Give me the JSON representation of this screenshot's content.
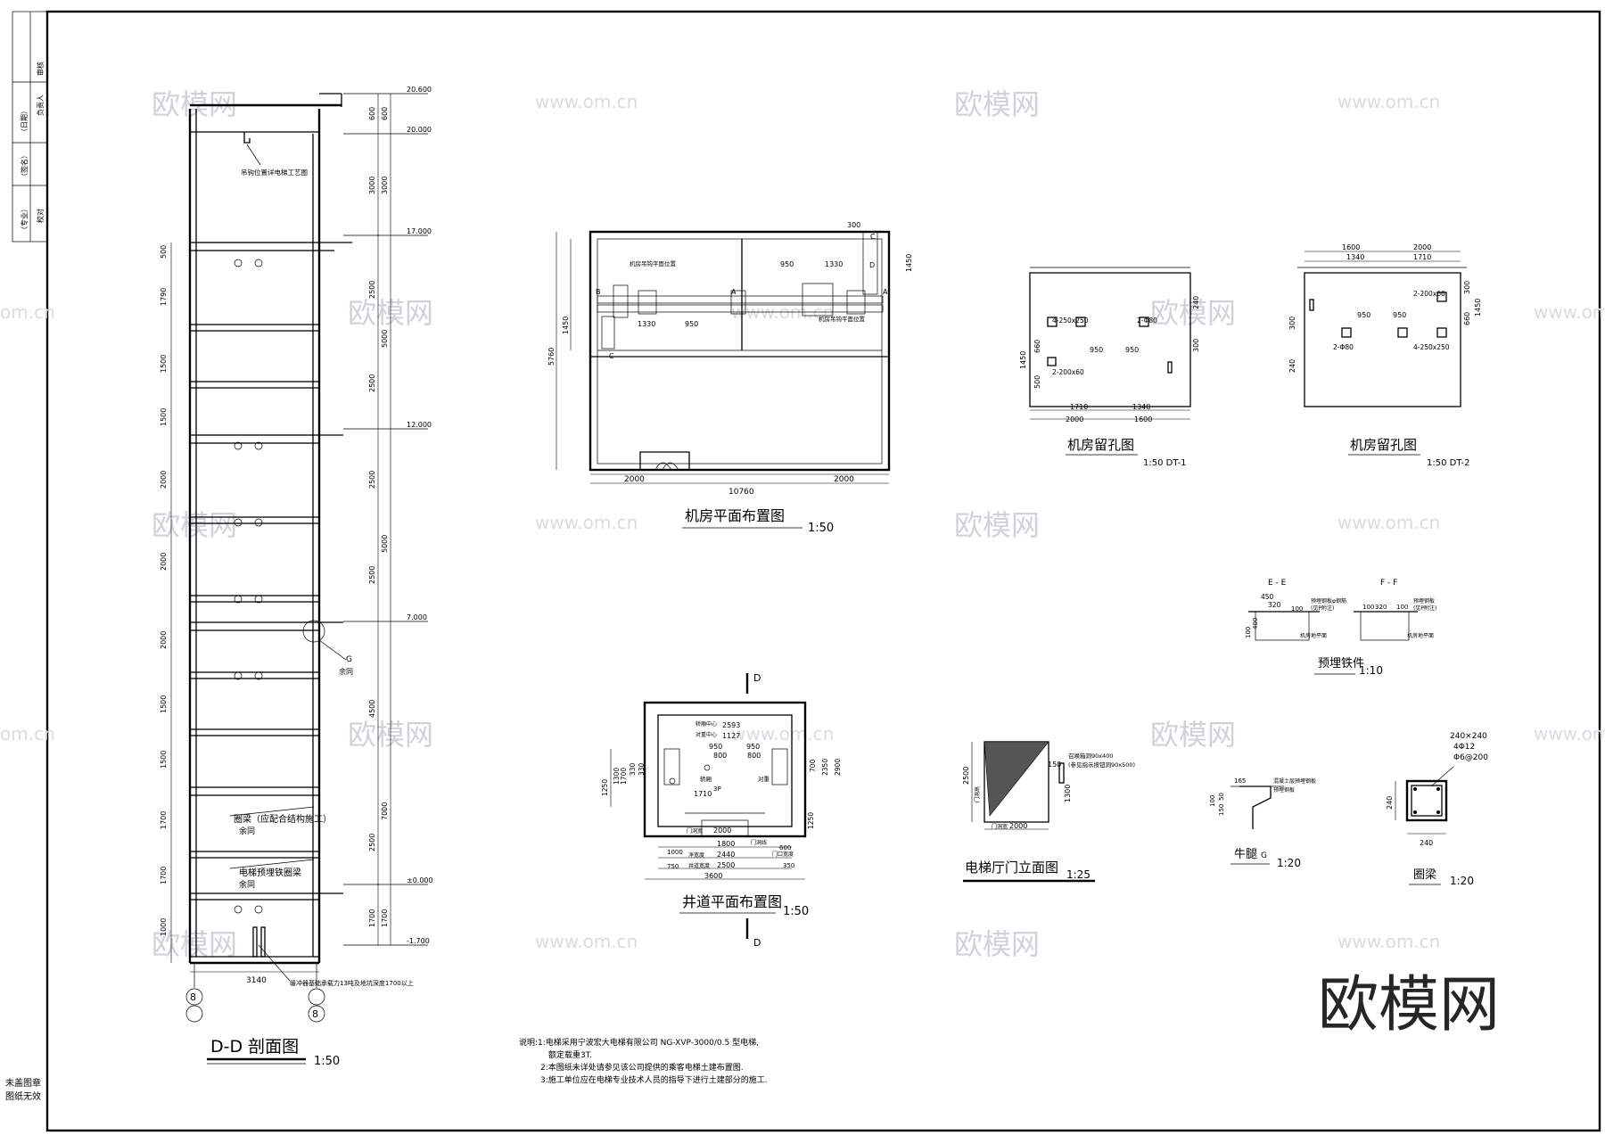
{
  "watermark": {
    "cn": "欧模网",
    "url": "www.om.cn",
    "url_short": "om.cn",
    "brand_large": "欧模网"
  },
  "title_block": {
    "lines": [
      "（专业）",
      "（签名）",
      "（日期）",
      "负责人",
      "审核",
      "校对"
    ],
    "note1": "未盖图章",
    "note2": "图纸无效"
  },
  "section_dd": {
    "title": "D-D 剖面图",
    "scale": "1:50",
    "elevations": [
      "20.600",
      "20.000",
      "17.000",
      "12.000",
      "7.000",
      "±0.000",
      "-1.700"
    ],
    "dims_inner": [
      "600",
      "3000",
      "2500",
      "2500",
      "2500",
      "2500",
      "4500",
      "2500",
      "1700"
    ],
    "dims_outer": [
      "600",
      "3000",
      "5000",
      "5000",
      "7000",
      "1700"
    ],
    "dims_left": [
      "500",
      "1790",
      "1500",
      "1500",
      "2000",
      "2000",
      "2000",
      "1500",
      "1500",
      "1700",
      "1700",
      "1000"
    ],
    "width": "3140",
    "axes": [
      "8",
      "8"
    ],
    "notes": {
      "hook": "吊钩位置详电梯工艺图",
      "ring_beam": "圈梁（应配合结构施工）",
      "same": "余同",
      "embed": "电梯预埋铁圈梁",
      "same2": "余同",
      "detail": "G",
      "detail_same": "余同",
      "pit": "缓冲器基础承载力13吨及地坑深度1700以上"
    }
  },
  "machine_room": {
    "title": "机房平面布置图",
    "scale": "1:50",
    "dims": [
      "10760",
      "2000",
      "2000",
      "5760",
      "1450",
      "1330",
      "950",
      "950",
      "1330",
      "1450",
      "300"
    ],
    "labels": [
      "机房吊钩平面位置",
      "机房吊钩平面位置",
      "C",
      "A",
      "B",
      "D",
      "C",
      "A"
    ]
  },
  "hole_dt1": {
    "title": "机房留孔图",
    "scale": "1:50 DT-1",
    "dims": [
      "1710",
      "1340",
      "2000",
      "1600",
      "950",
      "950",
      "1450",
      "660",
      "500",
      "240",
      "300"
    ],
    "holes": [
      "4-250x250",
      "2-Φ80",
      "2-200x60"
    ]
  },
  "hole_dt2": {
    "title": "机房留孔图",
    "scale": "1:50 DT-2",
    "dims": [
      "1600",
      "2000",
      "1340",
      "1710",
      "950",
      "950",
      "300",
      "660",
      "1450",
      "300",
      "240"
    ],
    "holes": [
      "2-200x60",
      "2-Φ80",
      "4-250x250"
    ]
  },
  "shaft_plan": {
    "title": "井道平面布置图",
    "scale": "1:50",
    "section_mark": "D",
    "dims": [
      "2593",
      "1127",
      "950",
      "950",
      "800",
      "800",
      "1710",
      "2000",
      "1800",
      "2440",
      "2500",
      "3600",
      "1000",
      "750",
      "600",
      "350",
      "1250",
      "1300",
      "700",
      "2350",
      "2900",
      "330",
      "330",
      "1700",
      "1250"
    ],
    "labels": [
      "轿厢中心",
      "对重中心",
      "轿厢",
      "3P",
      "对重",
      "门洞宽",
      "净宽度",
      "井道宽度",
      "门洞线",
      "门口宽度"
    ]
  },
  "hall_door": {
    "title": "电梯厅门立面图",
    "scale": "1:25",
    "dims": [
      "2500",
      "2000",
      "150",
      "1300"
    ],
    "labels": [
      "召唤箱洞90x400",
      "(参见指示按钮洞90x500)",
      "门洞高",
      "门洞宽"
    ]
  },
  "embed_iron": {
    "title": "预埋铁件",
    "scale": "1:10",
    "sec_e": "E - E",
    "sec_f": "F - F",
    "dims_e": [
      "450",
      "320",
      "100",
      "400",
      "100"
    ],
    "dims_f": [
      "100",
      "320",
      "100"
    ],
    "labels_e": [
      "预埋钢板φ钢筋",
      "(见P附注)",
      "机房地平面"
    ],
    "labels_f": [
      "预埋钢板",
      "(见P附注)",
      "机房地平面"
    ]
  },
  "corbel": {
    "title": "牛腿",
    "detail": "G",
    "scale": "1:20",
    "dims": [
      "165",
      "50",
      "150",
      "100"
    ],
    "labels": [
      "混凝土层预埋钢板",
      "预埋钢板"
    ]
  },
  "ring_beam": {
    "title": "圈梁",
    "scale": "1:20",
    "spec1": "240×240",
    "spec2": "4Φ12",
    "spec3": "Φ6@200",
    "dims": [
      "240",
      "240"
    ]
  },
  "notes": {
    "lines": [
      "说明:1:电梯采用宁波宏大电梯有限公司 NG-XVP-3000/0.5 型电梯,",
      "额定载重3T.",
      "2:本图纸未详处请参见该公司提供的乘客电梯土建布置图.",
      "3:施工单位应在电梯专业技术人员的指导下进行土建部分的施工."
    ]
  }
}
